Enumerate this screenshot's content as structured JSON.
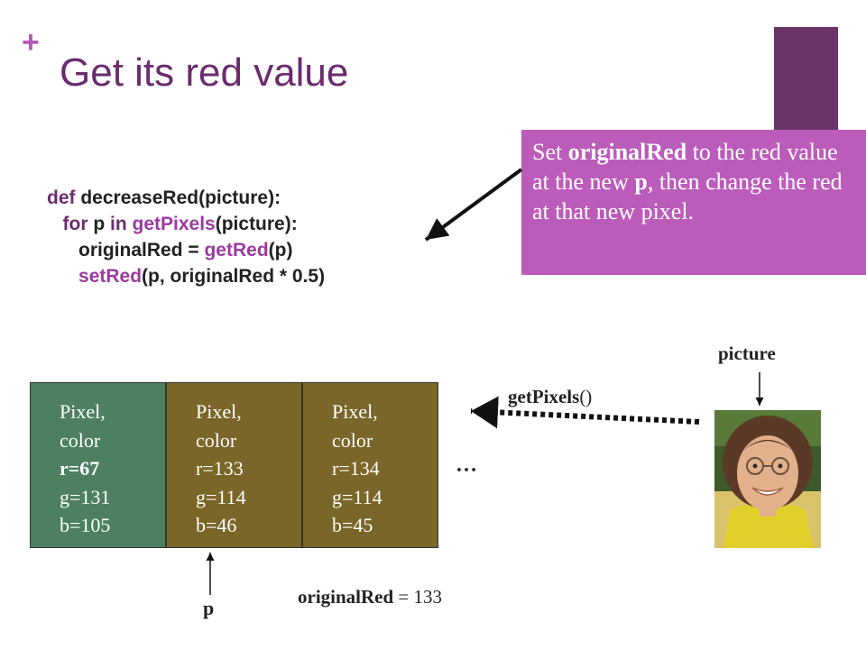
{
  "slide": {
    "plus": "+",
    "title": "Get its red value"
  },
  "callout": {
    "t1": "Set ",
    "b1": "originalRed",
    "t2": " to the red value at the new ",
    "b2": "p",
    "t3": ", then change the red at that new pixel."
  },
  "code": {
    "l1_kw": "def ",
    "l1_rest": "decreaseRed(picture):",
    "l2_kw1": "for ",
    "l2_p": "p ",
    "l2_kw2": "in ",
    "l2_fn": "getPixels",
    "l2_rest": "(picture):",
    "l3_a": "originalRed = ",
    "l3_fn": "getRed",
    "l3_b": "(p)",
    "l4_fn": "setRed",
    "l4_b": "(p, originalRed * 0.5)"
  },
  "pixels": [
    {
      "l1": "Pixel,",
      "l2": "color",
      "r": "r=67",
      "g": "g=131",
      "b": "b=105"
    },
    {
      "l1": "Pixel,",
      "l2": "color",
      "r": "r=133",
      "g": "g=114",
      "b": "b=46"
    },
    {
      "l1": "Pixel,",
      "l2": "color",
      "r": "r=134",
      "g": "g=114",
      "b": "b=45"
    }
  ],
  "labels": {
    "ellipsis": "…",
    "picture": "picture",
    "getpixels_bold": "getPixels",
    "getpixels_rest": "()",
    "p": "p",
    "orig_bold": "originalRed",
    "orig_rest": " = 133"
  },
  "colors": {
    "title": "#6a2c6e",
    "callout_bg": "#bb5cbb",
    "accent_bar": "#6a3468",
    "current_pixel": "#4d8060",
    "other_pixel": "#7a6628"
  }
}
